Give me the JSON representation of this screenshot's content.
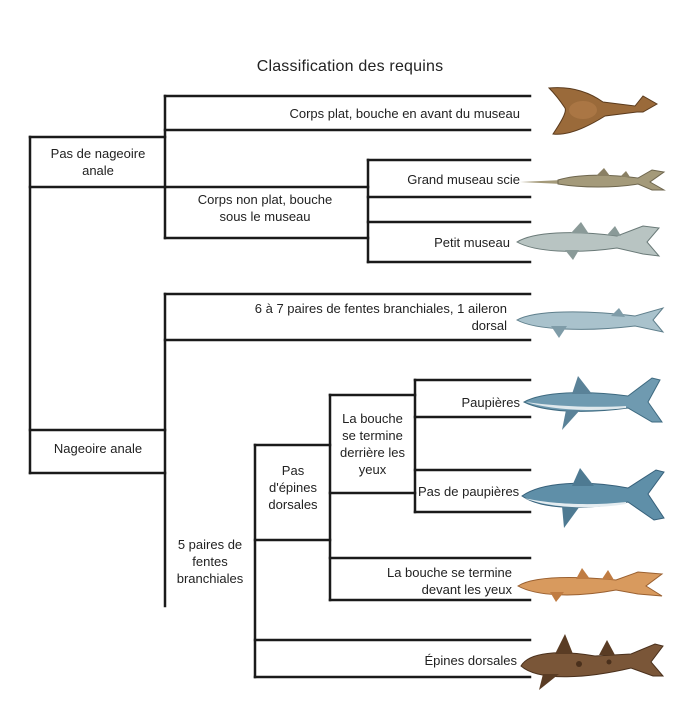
{
  "title": "Classification des requins",
  "nodes": {
    "no_anal_fin": "Pas de nageoire anale",
    "anal_fin": "Nageoire anale",
    "flat_body": "Corps plat, bouche en avant du museau",
    "non_flat_body": "Corps non plat, bouche sous le museau",
    "long_saw_snout": "Grand museau scie",
    "short_snout": "Petit museau",
    "gill_slits_6_7": "6 à 7 paires de fentes branchiales, 1 aileron dorsal",
    "gill_slits_5": "5 paires de fentes branchiales",
    "no_dorsal_spines": "Pas d'épines dorsales",
    "mouth_behind_eyes": "La bouche se termine derrière les yeux",
    "eyelids": "Paupières",
    "no_eyelids": "Pas de paupières",
    "mouth_before_eyes": "La bouche se termine devant les yeux",
    "dorsal_spines": "Épines dorsales"
  },
  "colors": {
    "line": "#1a1a1a",
    "angel_shark": "#9a6a3a",
    "saw_shark": "#a49a7a",
    "dogfish_grey": "#8a9a98",
    "blue_shark": "#5f8fa8",
    "carpet_shark": "#c98a4e",
    "horn_shark": "#6a4a32"
  }
}
